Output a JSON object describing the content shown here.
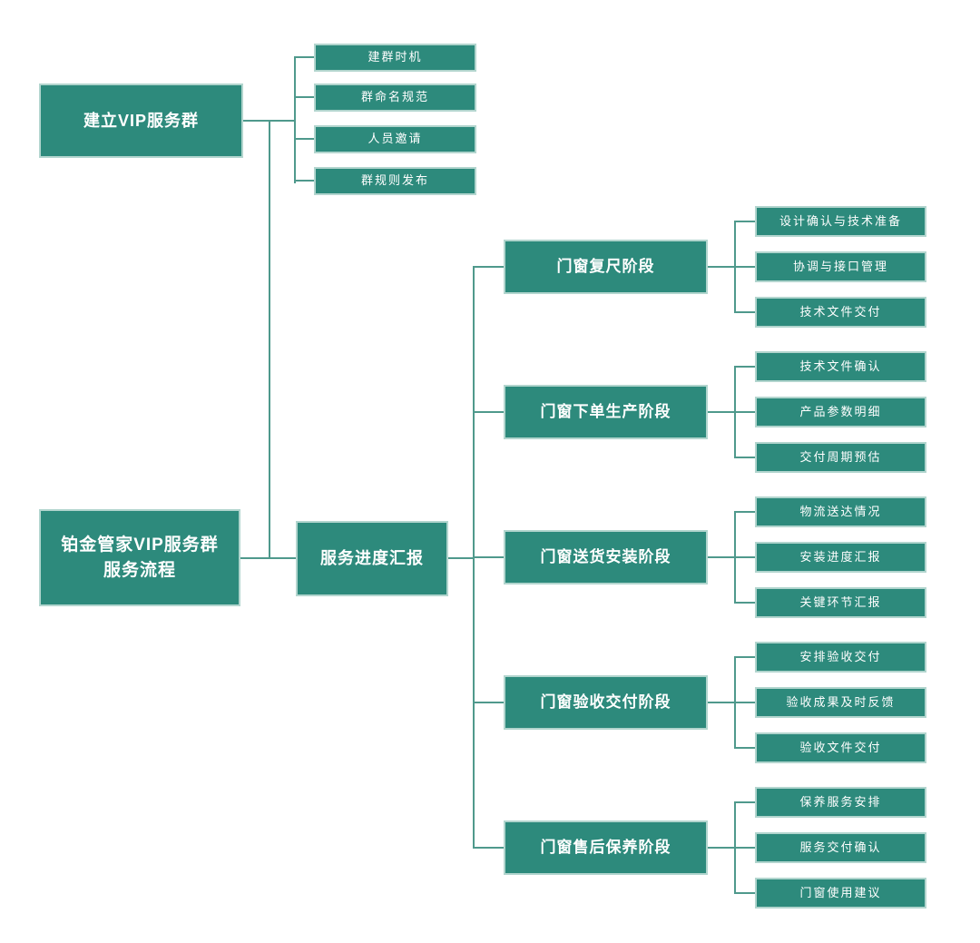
{
  "palette": {
    "node_fill": "#2d8a7c",
    "node_border": "#b2d5ce",
    "line": "#4f998c",
    "text": "#ffffff",
    "bg": "#ffffff"
  },
  "diagram": {
    "root": {
      "label_line1": "铂金管家VIP服务群",
      "label_line2": "服务流程"
    },
    "branch_setup": {
      "label": "建立VIP服务群",
      "children": [
        {
          "label": "建群时机"
        },
        {
          "label": "群命名规范"
        },
        {
          "label": "人员邀请"
        },
        {
          "label": "群规则发布"
        }
      ]
    },
    "branch_progress": {
      "label": "服务进度汇报",
      "stages": [
        {
          "label": "门窗复尺阶段",
          "children": [
            "设计确认与技术准备",
            "协调与接口管理",
            "技术文件交付"
          ]
        },
        {
          "label": "门窗下单生产阶段",
          "children": [
            "技术文件确认",
            "产品参数明细",
            "交付周期预估"
          ]
        },
        {
          "label": "门窗送货安装阶段",
          "children": [
            "物流送达情况",
            "安装进度汇报",
            "关键环节汇报"
          ]
        },
        {
          "label": "门窗验收交付阶段",
          "children": [
            "安排验收交付",
            "验收成果及时反馈",
            "验收文件交付"
          ]
        },
        {
          "label": "门窗售后保养阶段",
          "children": [
            "保养服务安排",
            "服务交付确认",
            "门窗使用建议"
          ]
        }
      ]
    }
  }
}
